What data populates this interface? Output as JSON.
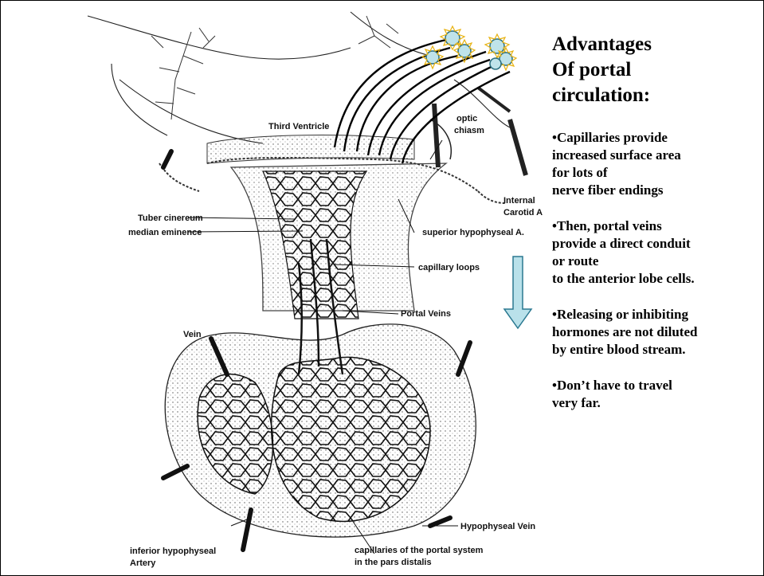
{
  "labels": {
    "third_ventricle": "Third Ventricle",
    "optic_chiasm_1": "optic",
    "optic_chiasm_2": "chiasm",
    "internal_carotid_1": "Internal",
    "internal_carotid_2": "Carotid A",
    "tuber_cinereum": "Tuber cinereum",
    "median_eminence": "median eminence",
    "superior_hypophyseal": "superior hypophyseal A.",
    "capillary_loops": "capillary loops",
    "portal_veins": "Portal Veins",
    "vein": "Vein",
    "hypophyseal_vein": "Hypophyseal Vein",
    "inferior_hypophyseal_1": "inferior hypophyseal",
    "inferior_hypophyseal_2": "Artery",
    "capillaries_portal_1": "capillaries of the portal system",
    "capillaries_portal_2": "in the pars distalis"
  },
  "panel": {
    "title_lines": [
      "Advantages",
      "Of portal",
      "circulation:"
    ],
    "bullets": [
      [
        "•Capillaries provide",
        "increased surface area",
        "for lots of",
        "nerve fiber endings"
      ],
      [
        "•Then, portal veins",
        "provide a direct conduit",
        "or route",
        "to the anterior lobe cells."
      ],
      [
        "•Releasing or  inhibiting",
        "hormones are not diluted",
        "by entire blood stream."
      ],
      [
        "•Don’t have to travel",
        "very far."
      ]
    ]
  },
  "colors": {
    "neuron_fill": "#bfe3ea",
    "neuron_stroke": "#2a6f80",
    "neuron_spikes": "#f2c01f",
    "arrow_fill": "#b9e1ea",
    "arrow_stroke": "#2a7890"
  }
}
